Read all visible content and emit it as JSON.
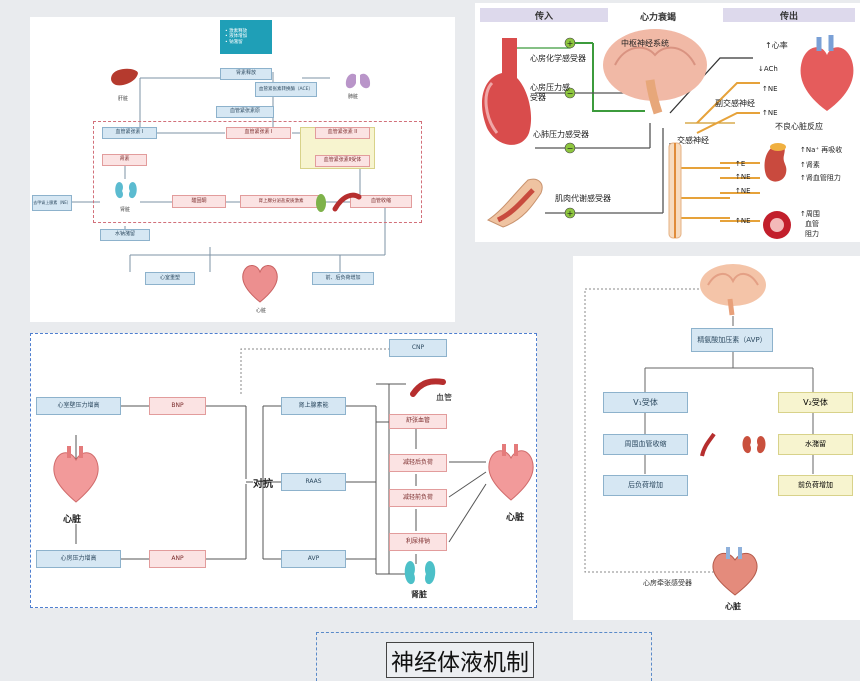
{
  "title": "神经体液机制",
  "panel_a": {
    "teal_items": [
      "• 激素释放",
      "• 液体增加",
      "• 钠潴留"
    ],
    "box1": "肾素释放",
    "box2": "血管紧张素转换酶（ACE）",
    "box3": "血管紧张素原",
    "box4": "血管紧张素 I",
    "box5": "血管紧张素 II",
    "box6": "血管紧张素Ⅱ受体",
    "box7": "肾素",
    "box8": "醛固酮",
    "box9": "肾上腺分泌盐皮质激素",
    "box10": "血管收缩",
    "box11": "去甲肾上腺素（NE）",
    "box12": "水钠潴留",
    "box13": "心室重塑",
    "box14": "前、后负荷增加",
    "liver": "肝脏",
    "lung": "肺脏",
    "kidney": "肾脏",
    "heart": "心脏"
  },
  "panel_b": {
    "hdr_in": "传入",
    "hdr_mid": "心力衰竭",
    "hdr_out": "传出",
    "cns": "中枢神经系统",
    "chemo": "心房化学感受器",
    "atrial": "心房压力感受器",
    "cardiopulm": "心肺压力感受器",
    "muscle": "肌肉代谢感受器",
    "parasym": "副交感神经",
    "sym": "交感神经",
    "hr": "↑心率",
    "ach": "↓ACh",
    "ne1": "↑NE",
    "ne2": "↑NE",
    "bad": "不良心脏反应",
    "na": "↑Na⁺ 再吸收",
    "renin": "↑肾素",
    "renal_res": "↑肾血管阻力",
    "e": "↑E",
    "ne3": "↑NE",
    "ne4": "↑NE",
    "ne5": "↑NE",
    "periph1": "↑周围",
    "periph2": "血管",
    "periph3": "阻力"
  },
  "panel_c": {
    "cnp": "CNP",
    "bnp": "BNP",
    "anp": "ANP",
    "lv": "心室壁压力增高",
    "la": "心房压力增高",
    "heart_l": "心脏",
    "antag": "对抗",
    "adr": "肾上腺素能",
    "raas": "RAAS",
    "avp": "AVP",
    "vessel": "血管",
    "dil": "舒张血管",
    "after": "减轻后负荷",
    "pre": "减轻前负荷",
    "diur": "利尿排钠",
    "heart_r": "心脏",
    "kidney": "肾脏"
  },
  "panel_d": {
    "avp": "精氨酸加压素（AVP）",
    "v1": "V₁受体",
    "v2": "V₂受体",
    "vc": "周围血管收缩",
    "water": "水潴留",
    "after": "后负荷增加",
    "pre": "前负荷增加",
    "stretch": "心房牵张感受器",
    "heart": "心脏"
  }
}
